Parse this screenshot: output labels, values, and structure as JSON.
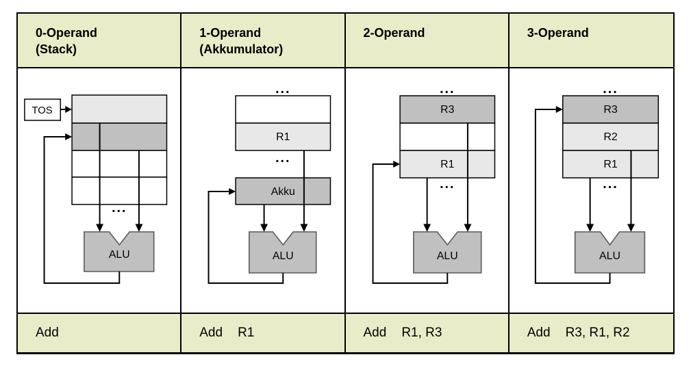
{
  "colors": {
    "header_bg": "#e9ecc8",
    "cell_light": "#e8e8e8",
    "cell_mid": "#c0c0c0",
    "border": "#000000",
    "alu_border": "#595959",
    "page_bg": "#ffffff"
  },
  "columns": [
    {
      "id": "stack",
      "header": {
        "line1": "0-Operand",
        "line2": "(Stack)"
      },
      "diagram": {
        "tos_label": "TOS",
        "dots_bottom": "...",
        "alu_label": "ALU"
      },
      "instruction": {
        "mnemonic": "Add",
        "operands": ""
      }
    },
    {
      "id": "accumulator",
      "header": {
        "line1": "1-Operand",
        "line2": "(Akkumulator)"
      },
      "diagram": {
        "dots_top": "...",
        "reg_r1": "R1",
        "dots_mid": "...",
        "akku_label": "Akku",
        "alu_label": "ALU"
      },
      "instruction": {
        "mnemonic": "Add",
        "operands": "R1"
      }
    },
    {
      "id": "two-operand",
      "header": {
        "line1": "2-Operand",
        "line2": ""
      },
      "diagram": {
        "dots_top": "...",
        "reg_r3": "R3",
        "reg_r1": "R1",
        "dots_mid": "...",
        "alu_label": "ALU"
      },
      "instruction": {
        "mnemonic": "Add",
        "operands": "R1, R3"
      }
    },
    {
      "id": "three-operand",
      "header": {
        "line1": "3-Operand",
        "line2": ""
      },
      "diagram": {
        "dots_top": "...",
        "reg_r3": "R3",
        "reg_r2": "R2",
        "reg_r1": "R1",
        "dots_mid": "...",
        "alu_label": "ALU"
      },
      "instruction": {
        "mnemonic": "Add",
        "operands": "R3, R1, R2"
      }
    }
  ]
}
